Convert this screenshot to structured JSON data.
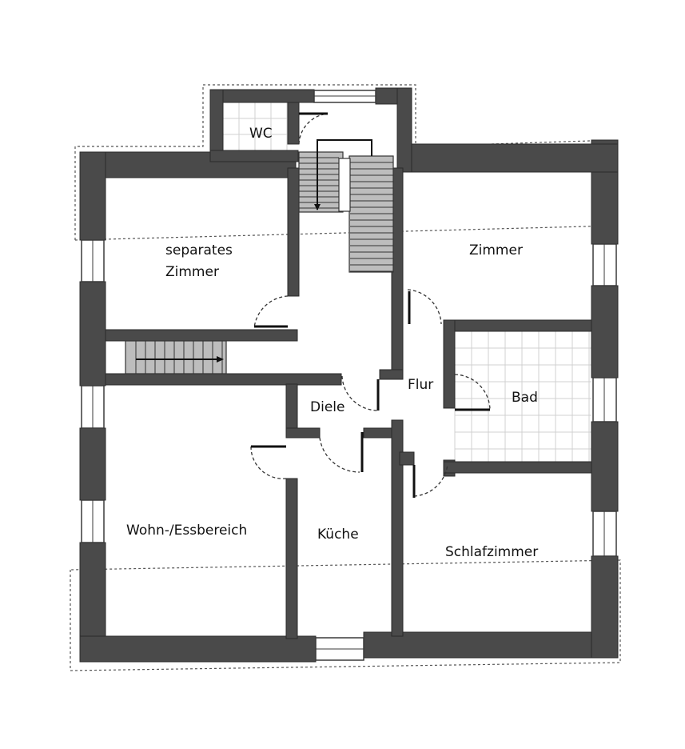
{
  "rooms": {
    "wc": "WC",
    "separates_1": "separates",
    "separates_2": "Zimmer",
    "zimmer": "Zimmer",
    "flur": "Flur",
    "bad": "Bad",
    "diele": "Diele",
    "wohn": "Wohn-/Essbereich",
    "kueche": "Küche",
    "schlaf": "Schlafzimmer"
  },
  "colors": {
    "wall": "#4a4a4a",
    "stair": "#bdbdbd",
    "tile_grid": "#d0d0d0"
  }
}
